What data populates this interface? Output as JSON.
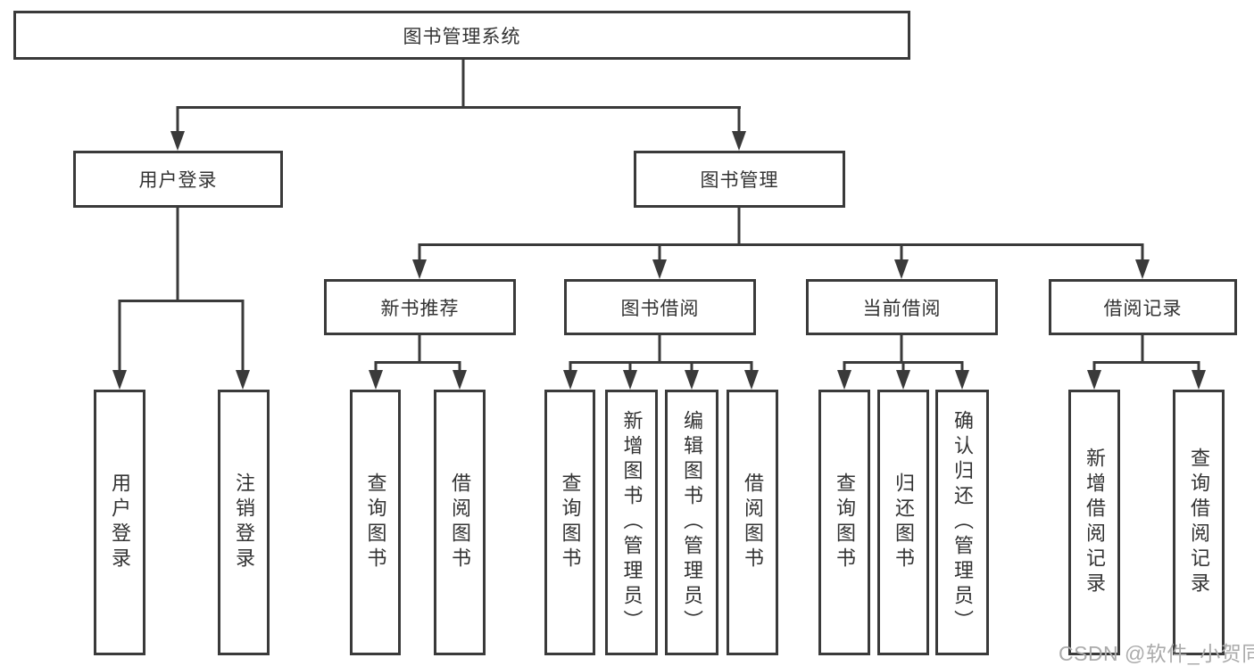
{
  "diagram": {
    "title": "图书管理系统",
    "root": {
      "label": "图书管理系统"
    },
    "level1": [
      {
        "id": "user-login",
        "label": "用户登录"
      },
      {
        "id": "book-management",
        "label": "图书管理"
      }
    ],
    "level2": [
      {
        "id": "new-book-recommend",
        "label": "新书推荐",
        "parent": "图书管理"
      },
      {
        "id": "book-borrowing",
        "label": "图书借阅",
        "parent": "图书管理"
      },
      {
        "id": "current-borrowing",
        "label": "当前借阅",
        "parent": "图书管理"
      },
      {
        "id": "borrowing-records",
        "label": "借阅记录",
        "parent": "图书管理"
      }
    ],
    "leaves": [
      {
        "label": "用户登录",
        "parent": "用户登录"
      },
      {
        "label": "注销登录",
        "parent": "用户登录"
      },
      {
        "label": "查询图书",
        "parent": "新书推荐"
      },
      {
        "label": "借阅图书",
        "parent": "新书推荐"
      },
      {
        "label": "查询图书",
        "parent": "图书借阅"
      },
      {
        "label": "新增图书（管理员）",
        "parent": "图书借阅"
      },
      {
        "label": "编辑图书（管理员）",
        "parent": "图书借阅"
      },
      {
        "label": "借阅图书",
        "parent": "图书借阅"
      },
      {
        "label": "查询图书",
        "parent": "当前借阅"
      },
      {
        "label": "归还图书",
        "parent": "当前借阅"
      },
      {
        "label": "确认归还（管理员）",
        "parent": "当前借阅"
      },
      {
        "label": "新增借阅记录",
        "parent": "借阅记录"
      },
      {
        "label": "查询借阅记录",
        "parent": "借阅记录"
      }
    ]
  },
  "watermark": {
    "text": "CSDN @软件_小贺同学"
  },
  "colors": {
    "background": "#ffffff",
    "box_border": "#3a3a3a",
    "connector_line": "#3a3a3a",
    "text": "#333333",
    "watermark_text": "#ababab"
  }
}
